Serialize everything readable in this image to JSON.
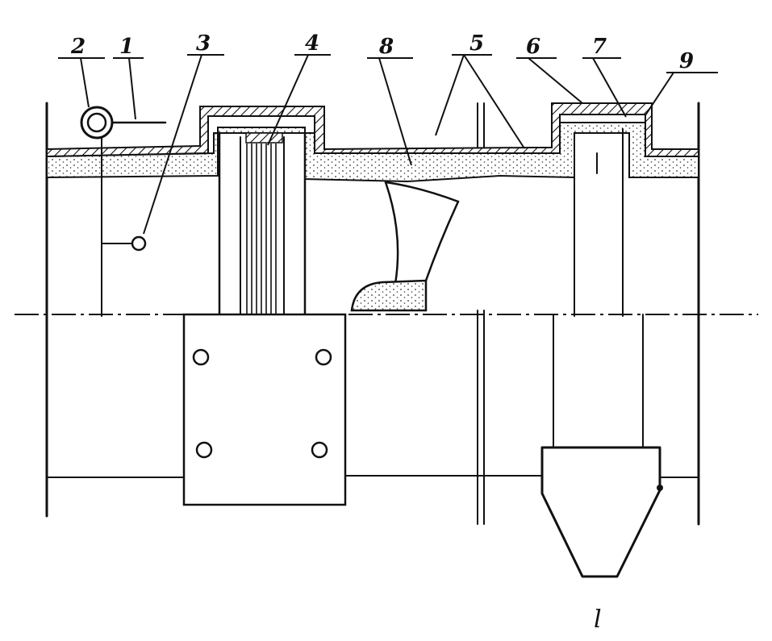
{
  "callouts": {
    "c1": "1",
    "c2": "2",
    "c3": "3",
    "c4": "4",
    "c5": "5",
    "c6": "6",
    "c7": "7",
    "c8": "8",
    "c9": "9",
    "bottom": "l"
  },
  "colors": {
    "ink": "#111111",
    "paper": "#ffffff",
    "insulation": "#dcdcdc"
  }
}
